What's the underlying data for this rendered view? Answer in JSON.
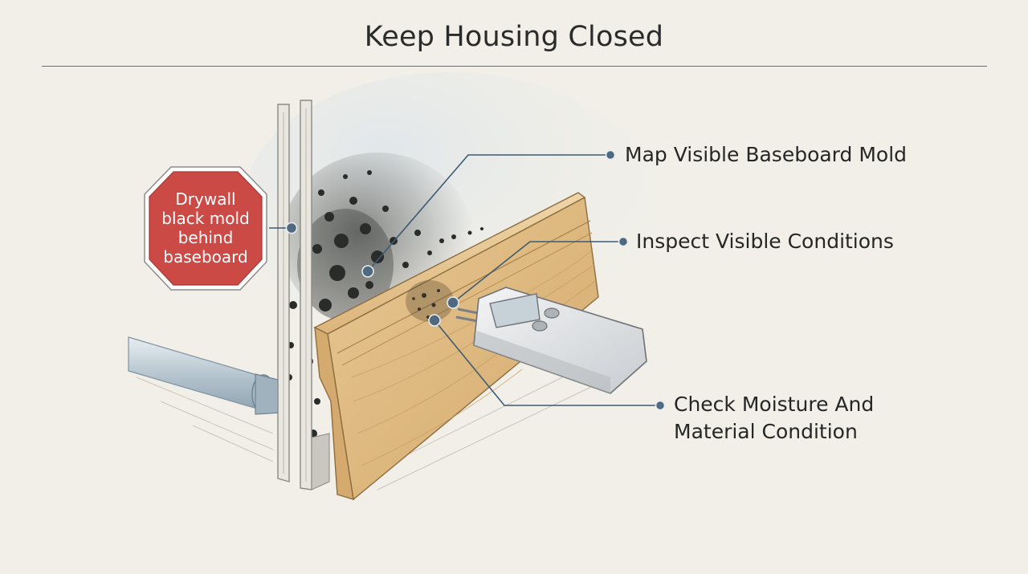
{
  "title": "Keep Housing Closed",
  "stop_sign": {
    "lines": [
      "Drywall",
      "black mold",
      "behind",
      "baseboard"
    ],
    "color": "#cc4a45"
  },
  "callouts": [
    {
      "lines": [
        "Map Visible Baseboard Mold"
      ]
    },
    {
      "lines": [
        "Inspect Visible Conditions"
      ]
    },
    {
      "lines": [
        "Check Moisture And",
        "Material Condition"
      ]
    }
  ],
  "colors": {
    "background": "#f1efe8",
    "leader_line": "#3d5a73",
    "wood": "#e2c08c",
    "mold": "#2e302e",
    "pipe": "#b9c7d1",
    "meter": "#e4e6e8"
  },
  "icons": [
    "stop-sign-icon",
    "moisture-meter-icon"
  ]
}
